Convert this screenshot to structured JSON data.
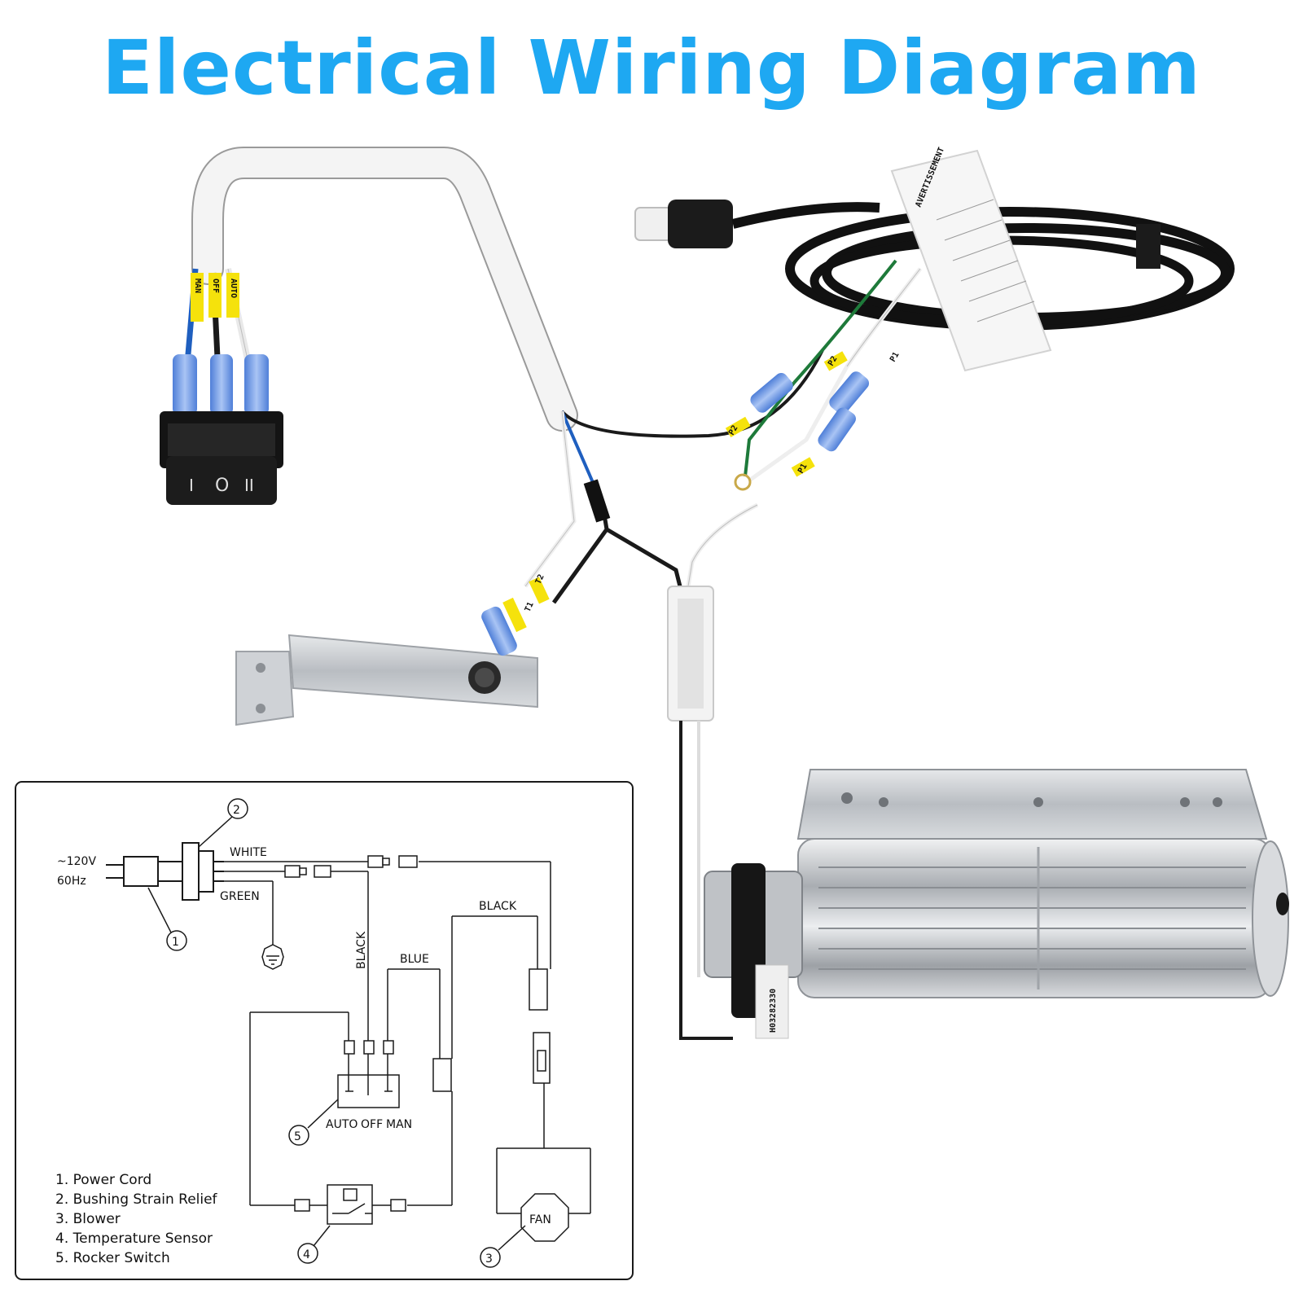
{
  "title": "Electrical Wiring Diagram",
  "photo": {
    "switch_tags": [
      "MAN",
      "OFF",
      "AUTO"
    ],
    "switch_face": [
      "I",
      "O",
      "II"
    ],
    "wire_tags": [
      "P2",
      "P1",
      "T1",
      "T2",
      "P2",
      "P1"
    ],
    "fan_part_no": "H03282330",
    "warning_tag_text": "AVERTISSEMENT"
  },
  "schematic": {
    "supply_voltage": "~120V",
    "supply_frequency": "60Hz",
    "wire_white": "WHITE",
    "wire_green": "GREEN",
    "wire_black_top": "BLACK",
    "wire_black_vertical": "BLACK",
    "wire_blue": "BLUE",
    "switch_positions": [
      "AUTO",
      "OFF",
      "MAN"
    ],
    "fan_label": "FAN",
    "callouts": [
      "1",
      "2",
      "3",
      "4",
      "5"
    ],
    "legend": [
      "1. Power Cord",
      "2. Bushing Strain Relief",
      "3. Blower",
      "4. Temperature Sensor",
      "5. Rocker Switch"
    ]
  },
  "colors": {
    "title": "#1ea8f2",
    "wire_white": "#f2f2f2",
    "wire_black": "#1a1a1a",
    "wire_blue": "#1f5fbf",
    "wire_green": "#1e7a3a",
    "connector_blue": "#6f9ae6",
    "tag_yellow": "#f5e20c",
    "metal": "#c8cbd0"
  }
}
